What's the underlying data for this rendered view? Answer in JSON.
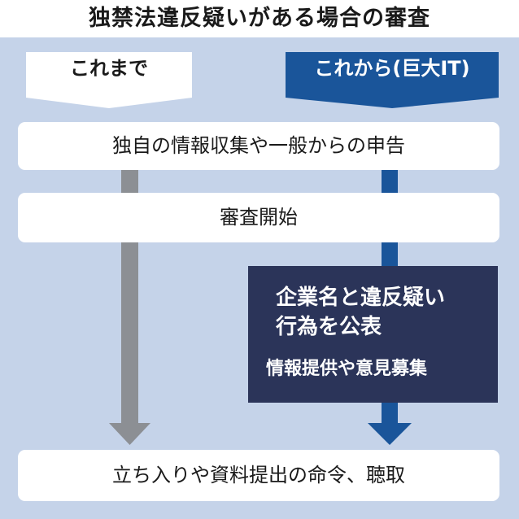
{
  "title": "独禁法違反疑いがある場合の審査",
  "columns": {
    "current": "これまで",
    "future": "これから(巨大IT)"
  },
  "steps": {
    "step1": "独自の情報収集や一般からの申告",
    "step2": "審査開始",
    "step3": "立ち入りや資料提出の命令、聴取"
  },
  "new_step": {
    "line1": "企業名と違反疑い",
    "line2": "行為を公表",
    "line3": "情報提供や意見募集"
  },
  "colors": {
    "panel_bg": "#c5d3e9",
    "gray_arrow": "#8c8f94",
    "blue_arrow": "#1a559a",
    "dark_box": "#2b3459",
    "header_blue": "#1a559a"
  }
}
